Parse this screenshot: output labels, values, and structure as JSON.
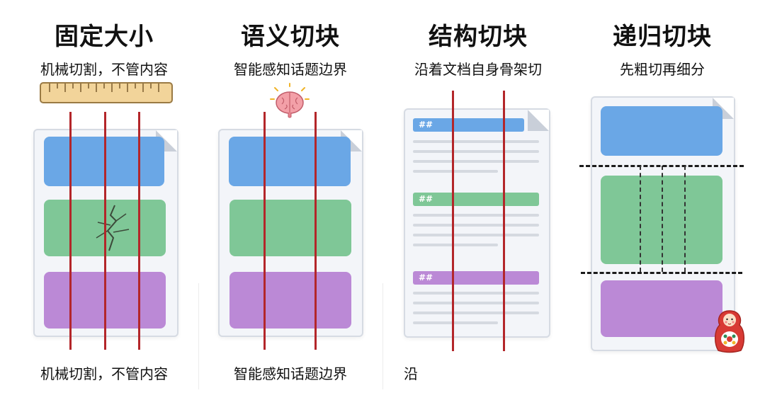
{
  "columns": [
    {
      "title": "固定大小",
      "subtitle": "机械切割，不管内容",
      "bottom_text": "机械切割，不管内容",
      "icon": "ruler-icon"
    },
    {
      "title": "语义切块",
      "subtitle": "智能感知话题边界",
      "bottom_text": "智能感知话题边界",
      "icon": "brain-icon"
    },
    {
      "title": "结构切块",
      "subtitle": "沿着文档自身骨架切",
      "bottom_text": "沿",
      "heading_marks": [
        "##",
        "##",
        "##"
      ]
    },
    {
      "title": "递归切块",
      "subtitle": "先粗切再细分",
      "icon": "matryoshka-doll-icon"
    }
  ],
  "colors": {
    "blue": "#6aa7e6",
    "green": "#7fc797",
    "purple": "#bb89d6",
    "cut_line": "#b3262a"
  }
}
